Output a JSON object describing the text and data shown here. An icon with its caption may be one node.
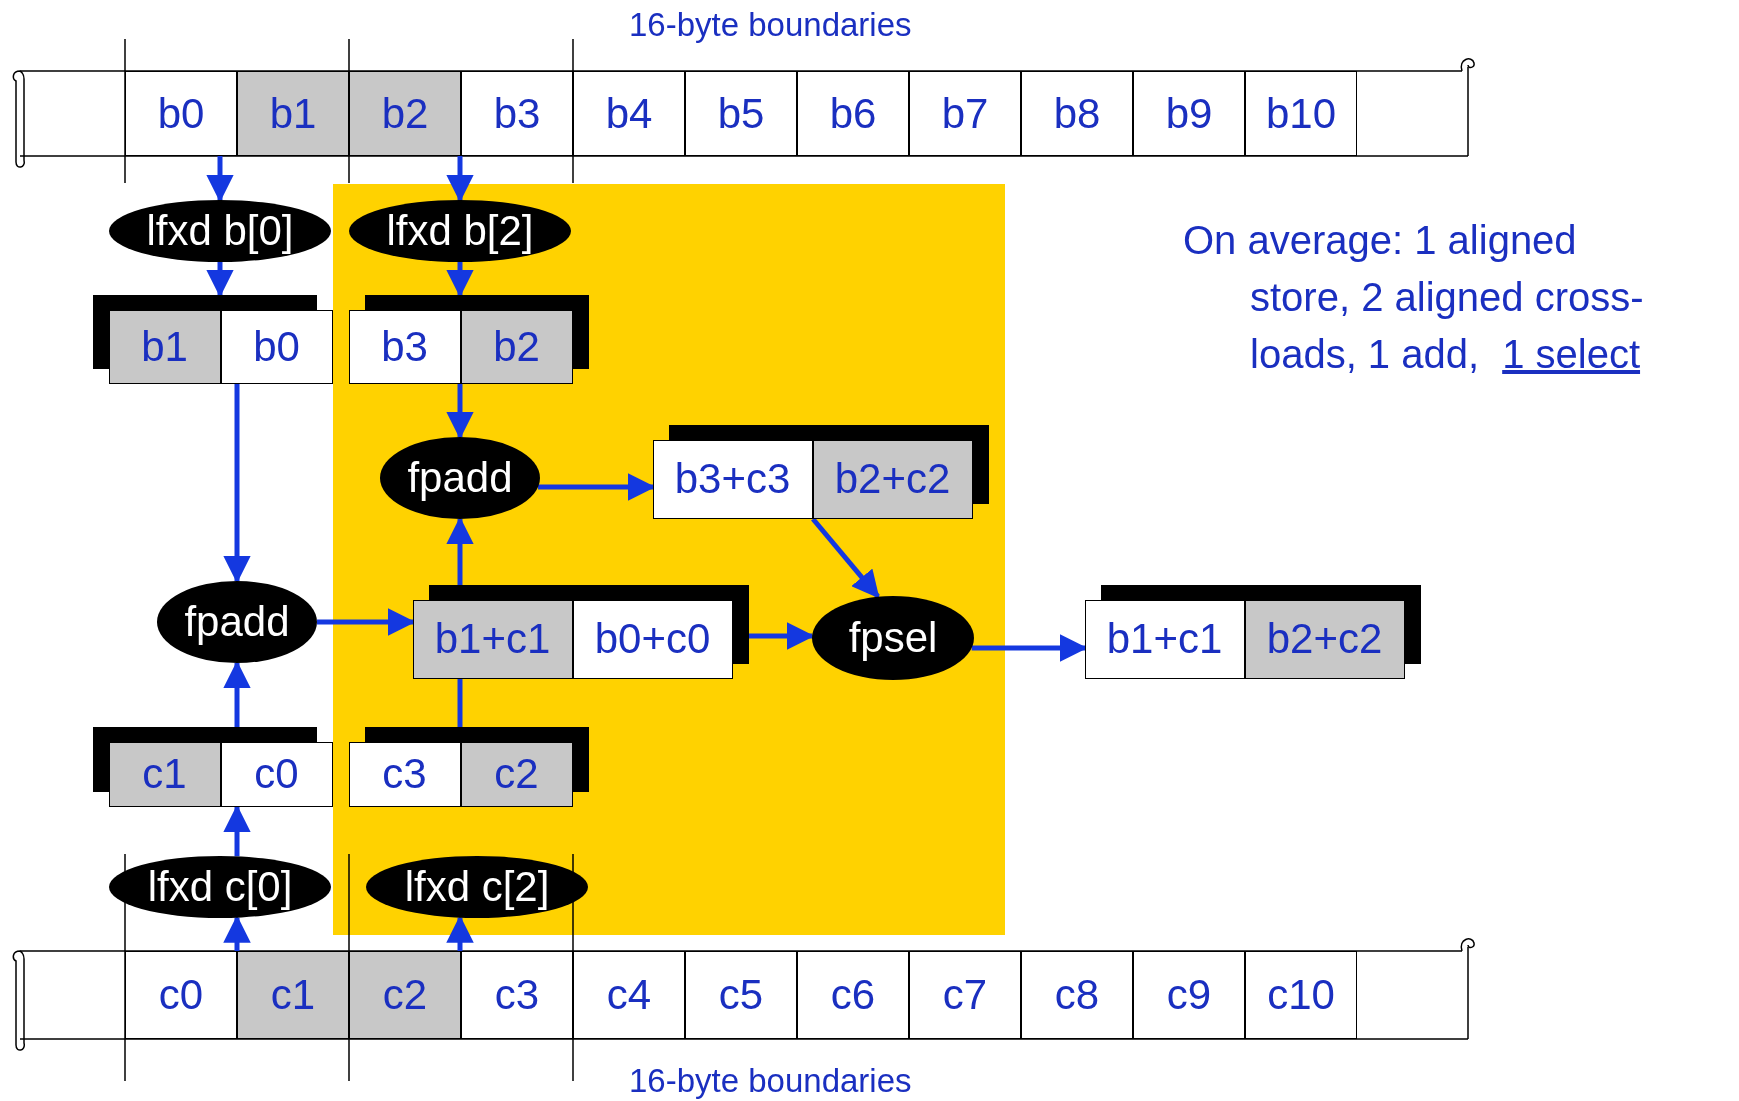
{
  "diagram": {
    "nodes": [
      {
        "text": [
          "b0"
        ]
      },
      {
        "text": [
          "b1"
        ]
      },
      {
        "text": [
          "b2"
        ]
      },
      {
        "text": [
          "b3"
        ]
      },
      {
        "text": [
          "b4"
        ]
      },
      {
        "text": [
          "b5"
        ]
      },
      {
        "text": [
          "b6"
        ]
      },
      {
        "text": [
          "b7"
        ]
      },
      {
        "text": [
          "b8"
        ]
      },
      {
        "text": [
          "b9"
        ]
      },
      {
        "text": [
          "b10"
        ]
      },
      {
        "text": [
          "lfxd b[0]"
        ]
      },
      {
        "text": [
          "lfxd b[2]"
        ]
      },
      {
        "text": [],
        "shape": "box"
      },
      {
        "text": [
          "b1"
        ],
        "in": 13
      },
      {
        "text": [
          "b0"
        ],
        "in": 13
      },
      {
        "text": [],
        "shape": "box"
      },
      {
        "text": [
          "b3"
        ],
        "in": 16
      },
      {
        "text": [
          "b2"
        ],
        "in": 16
      },
      {
        "text": [
          "fpadd"
        ]
      },
      {
        "text": [],
        "shape": "box"
      },
      {
        "text": [
          "b3+c3"
        ],
        "in": 20
      },
      {
        "text": [
          "b2+c2"
        ],
        "in": 20
      },
      {
        "text": [
          "fpadd"
        ]
      },
      {
        "text": [],
        "shape": "box"
      },
      {
        "text": [
          "b1+c1"
        ],
        "in": 24
      },
      {
        "text": [
          "b0+c0"
        ],
        "in": 24
      },
      {
        "text": [
          "fpsel"
        ]
      },
      {
        "text": [],
        "shape": "box"
      },
      {
        "text": [
          "b1+c1"
        ],
        "in": 28
      },
      {
        "text": [
          "b2+c2"
        ],
        "in": 28
      },
      {
        "text": [],
        "shape": "box"
      },
      {
        "text": [
          "c1"
        ],
        "in": 31
      },
      {
        "text": [
          "c0"
        ],
        "in": 31
      },
      {
        "text": [],
        "shape": "box"
      },
      {
        "text": [
          "c3"
        ],
        "in": 34
      },
      {
        "text": [
          "c2"
        ],
        "in": 34
      },
      {
        "text": [
          "lfxd c[0]"
        ]
      },
      {
        "text": [
          "lfxd c[2]"
        ]
      },
      {
        "text": [
          "c0"
        ]
      },
      {
        "text": [
          "c1"
        ]
      },
      {
        "text": [
          "c2"
        ]
      },
      {
        "text": [
          "c3"
        ]
      },
      {
        "text": [
          "c4"
        ]
      },
      {
        "text": [
          "c5"
        ]
      },
      {
        "text": [
          "c6"
        ]
      },
      {
        "text": [
          "c7"
        ]
      },
      {
        "text": [
          "c8"
        ]
      },
      {
        "text": [
          "c9"
        ]
      },
      {
        "text": [
          "c10"
        ]
      }
    ],
    "edges": [
      {
        "from": 0,
        "to": 11,
        "arrow": "to"
      },
      {
        "from": 11,
        "to": 13,
        "arrow": "to"
      },
      {
        "from": 2,
        "to": 12,
        "arrow": "to"
      },
      {
        "from": 12,
        "to": 16,
        "arrow": "to"
      },
      {
        "from": 16,
        "to": 19,
        "arrow": "to"
      },
      {
        "from": 13,
        "to": 23,
        "arrow": "to"
      },
      {
        "from": 23,
        "to": 24,
        "arrow": "to"
      },
      {
        "from": 24,
        "to": 19,
        "arrow": "to"
      },
      {
        "from": 19,
        "to": 20,
        "arrow": "to"
      },
      {
        "from": 22,
        "to": 27,
        "arrow": "to"
      },
      {
        "from": 24,
        "to": 27,
        "arrow": "to"
      },
      {
        "from": 27,
        "to": 28,
        "arrow": "to"
      },
      {
        "from": 31,
        "to": 23,
        "arrow": "to"
      },
      {
        "from": 34,
        "to": 24,
        "arrow": "none"
      },
      {
        "from": 37,
        "to": 31,
        "arrow": "to"
      },
      {
        "from": 39,
        "to": 37,
        "arrow": "to"
      },
      {
        "from": 41,
        "to": 38,
        "arrow": "to"
      }
    ],
    "labels": [
      "16-byte boundaries",
      "16-byte boundaries",
      "On average: 1 aligned store, 2 aligned cross-loads, 1 add,",
      "1 select"
    ]
  }
}
